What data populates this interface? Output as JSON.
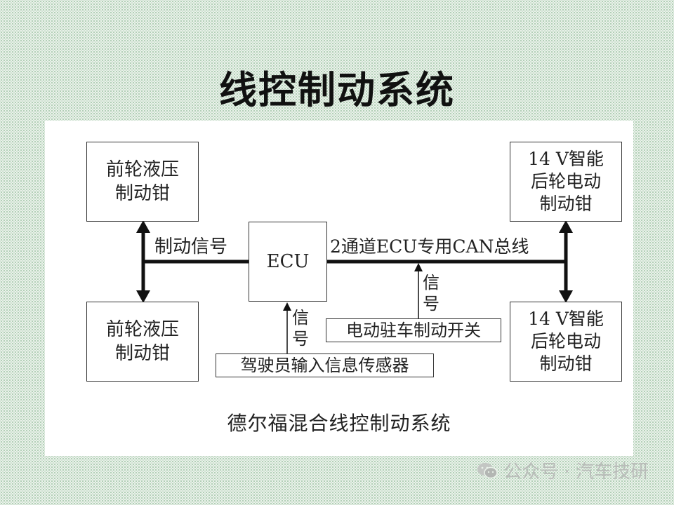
{
  "title": "线控制动系统",
  "diagram": {
    "front_top_caliper": "前轮液压\n制动钳",
    "front_bottom_caliper": "前轮液压\n制动钳",
    "ecu": "ECU",
    "rear_top_caliper": "14 V智能\n后轮电动\n制动钳",
    "rear_bottom_caliper": "14 V智能\n后轮电动\n制动钳",
    "brake_signal_label": "制动信号",
    "can_bus_label": "2通道ECU专用CAN总线",
    "signal_label_1": "信\n号",
    "signal_label_2": "信\n号",
    "parking_switch": "电动驻车制动开关",
    "driver_sensor": "驾驶员输入信息传感器",
    "caption": "德尔福混合线控制动系统"
  },
  "watermark": {
    "text": "公众号 · 汽车技研",
    "icon": "wechat-icon"
  }
}
